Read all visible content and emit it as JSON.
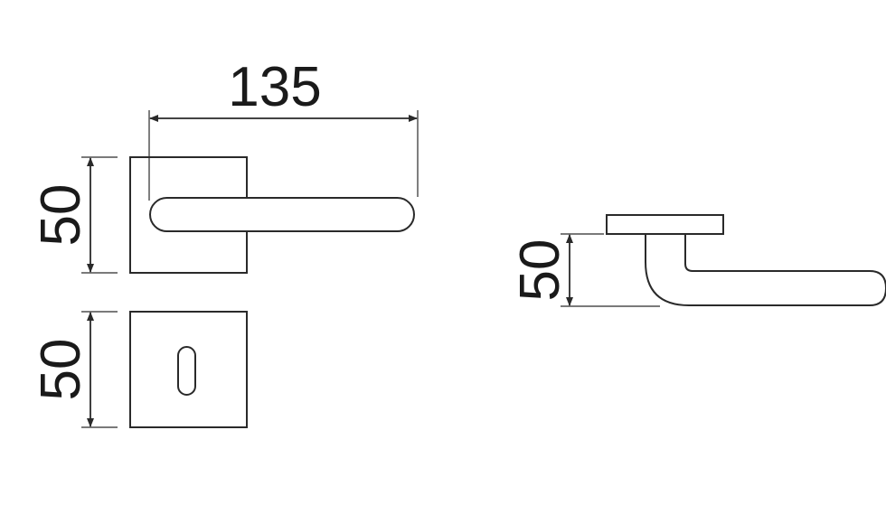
{
  "dimensions": {
    "handle_length": "135",
    "rose_height": "50",
    "escutcheon_height": "50",
    "side_height": "50"
  }
}
